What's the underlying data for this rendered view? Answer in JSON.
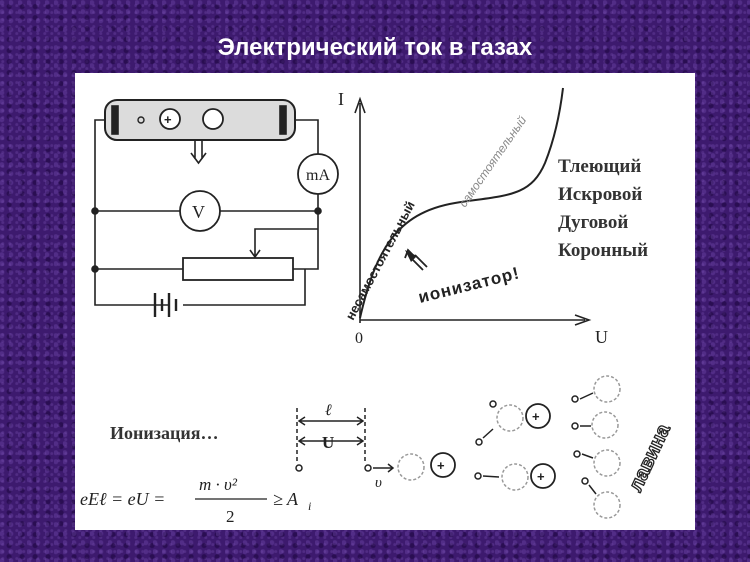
{
  "slide": {
    "title": "Электрический ток в газах"
  },
  "circuit": {
    "milliammeter": "mA",
    "voltmeter": "V"
  },
  "graph": {
    "y_axis": "I",
    "x_axis": "U",
    "origin": "0",
    "curve_label_nonself": "несамостоятельный",
    "curve_label_self": "самостоятельный",
    "ionizer_label": "ионизатор!"
  },
  "discharge_types": {
    "items": [
      "Тлеющий",
      "Искровой",
      "Дуговой",
      "Коронный"
    ]
  },
  "ionization": {
    "label": "Ионизация…",
    "distance_symbol": "ℓ",
    "voltage_symbol": "U",
    "velocity_symbol": "υ",
    "formula": {
      "left": "eEℓ = eU =",
      "numerator": "m · υ²",
      "denominator": "2",
      "right": "≥ A",
      "subscript": "i"
    },
    "avalanche_label": "лавина"
  },
  "colors": {
    "background": "#3d1a6e",
    "panel": "#ffffff",
    "ink": "#222222",
    "dashed_circle": "#999999"
  }
}
